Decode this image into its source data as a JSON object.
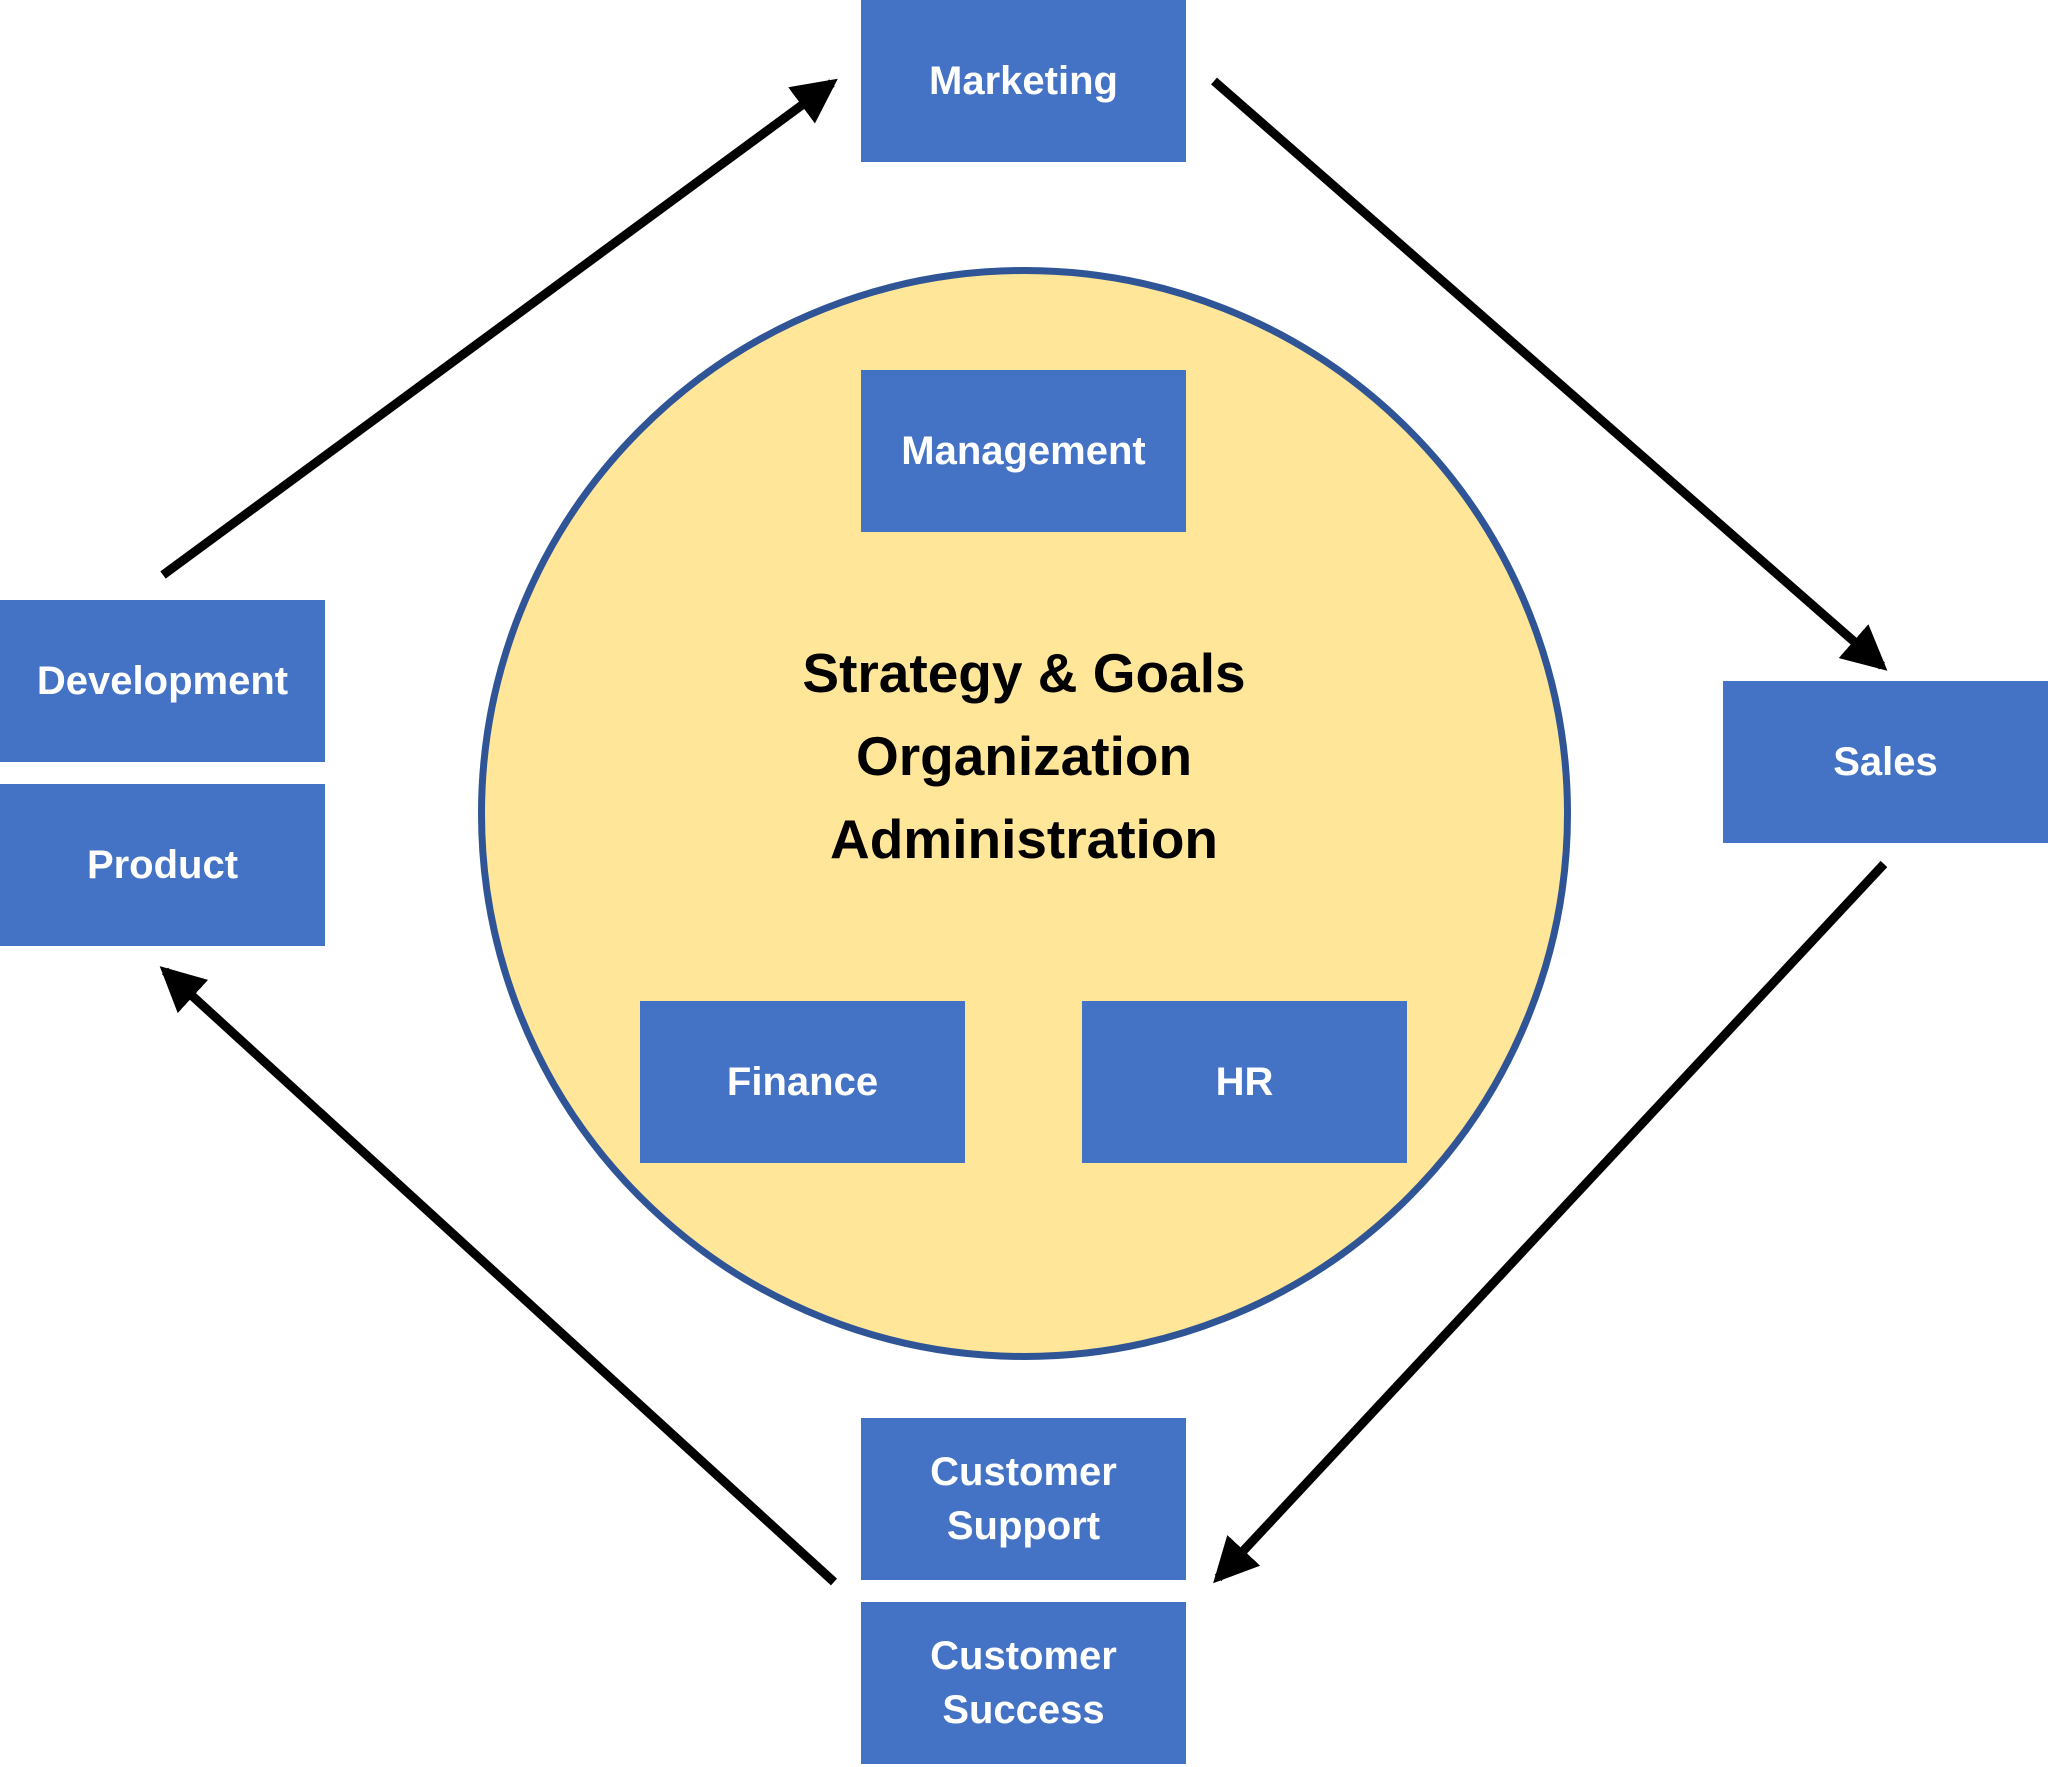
{
  "diagram": {
    "departments": {
      "marketing": "Marketing",
      "sales": "Sales",
      "customer_support": "Customer\nSupport",
      "customer_success": "Customer\nSuccess",
      "development": "Development",
      "product": "Product"
    },
    "core": {
      "lines": [
        "Strategy & Goals",
        "Organization",
        "Administration"
      ],
      "units": {
        "management": "Management",
        "finance": "Finance",
        "hr": "HR"
      }
    },
    "cycle": [
      {
        "from": "Development",
        "to": "Marketing"
      },
      {
        "from": "Marketing",
        "to": "Sales"
      },
      {
        "from": "Sales",
        "to": "Customer Support"
      },
      {
        "from": "Customer Support",
        "to": "Product"
      }
    ],
    "colors": {
      "box_fill": "#4472C4",
      "box_text": "#FFFFFF",
      "circle_fill": "#FFE699",
      "circle_border": "#2F5597",
      "arrow": "#000000",
      "core_text": "#000000"
    }
  }
}
